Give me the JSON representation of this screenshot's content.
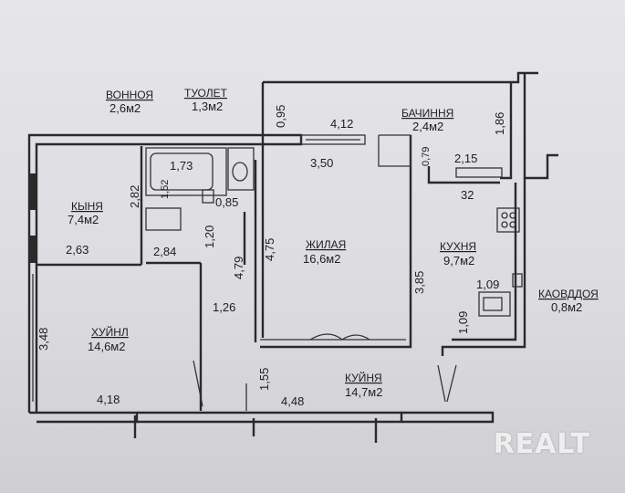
{
  "rooms": {
    "bathroom": {
      "name": "ВОННОЯ",
      "area": "2,6м2"
    },
    "toilet": {
      "name": "ТУОЛЕТ",
      "area": "1,3м2"
    },
    "bakhinya": {
      "name": "БАЧИННЯ",
      "area": "2,4м2"
    },
    "room_small": {
      "name": "КЫНЯ",
      "area": "7,4м2"
    },
    "living": {
      "name": "ЖИЛАЯ",
      "area": "16,6м2"
    },
    "kitchen": {
      "name": "КУХНЯ",
      "area": "9,7м2"
    },
    "bedroom": {
      "name": "ХУЙНЛ",
      "area": "14,6м2"
    },
    "pantry": {
      "name": "КАОВДДОЯ",
      "area": "0,8м2"
    },
    "hall": {
      "name": "КУЙНЯ",
      "area": "14,7м2"
    }
  },
  "dimensions": {
    "d095": "0,95",
    "d412": "4,12",
    "d186": "1,86",
    "d173": "1,73",
    "d350": "3,50",
    "d079": "0,79",
    "d215": "2,15",
    "d32": "32",
    "d282": "2,82",
    "d152": "1,52",
    "d085": "0,85",
    "d120": "1,20",
    "d475": "4,75",
    "d479": "4,79",
    "d263": "2,63",
    "d284": "2,84",
    "d385": "3,85",
    "d109a": "1,09",
    "d109b": "1,09",
    "d126": "1,26",
    "d348": "3,48",
    "d155": "1,55",
    "d418": "4,18",
    "d448": "4,48"
  },
  "watermark": "REALT",
  "colors": {
    "wall": "#2a2a2a",
    "paper": "#e2e2e6",
    "watermark": "#ffffff"
  }
}
